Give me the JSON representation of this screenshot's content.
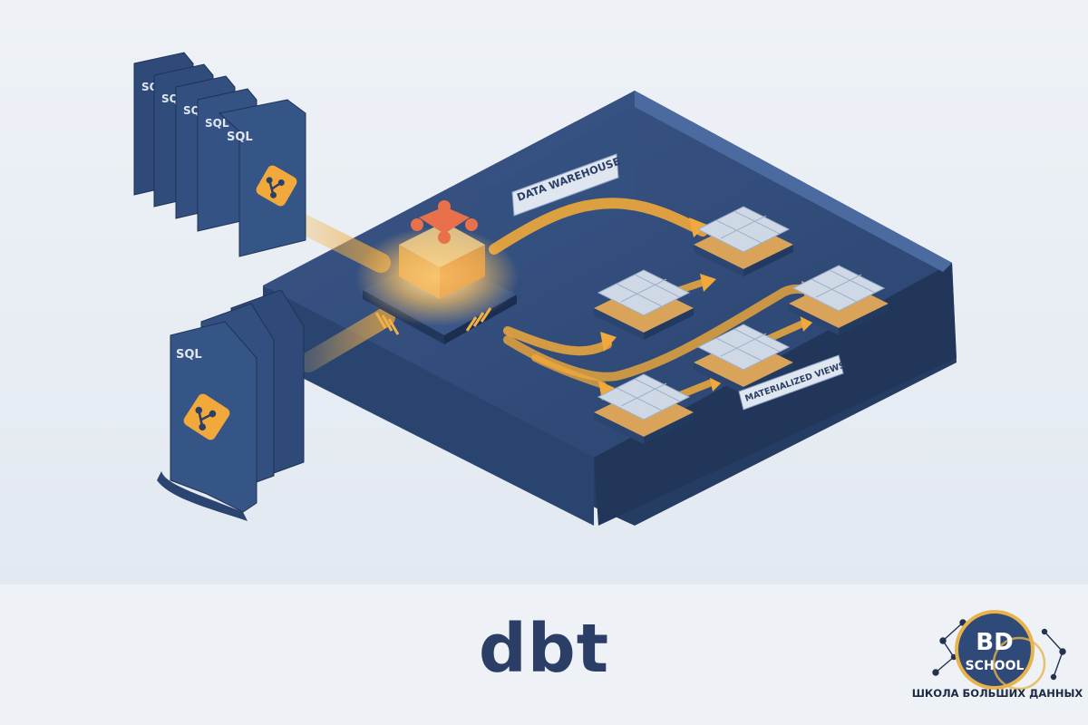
{
  "illustration": {
    "script_label": "SQL",
    "warehouse_label": "DATA WAREHOUSE",
    "views_label": "MATERIALIZED VIEWS"
  },
  "footer": {
    "title": "dbt",
    "logo_line1": "BD",
    "logo_line2": "SCHOOL",
    "logo_caption": "ШКОЛА БОЛЬШИХ ДАННЫХ"
  },
  "colors": {
    "platform": "#2f4a78",
    "flow": "#f0b247",
    "title": "#2b3f66",
    "node": "#e8704a"
  },
  "icons": [
    "git-branch-icon",
    "dbt-logo-icon"
  ]
}
